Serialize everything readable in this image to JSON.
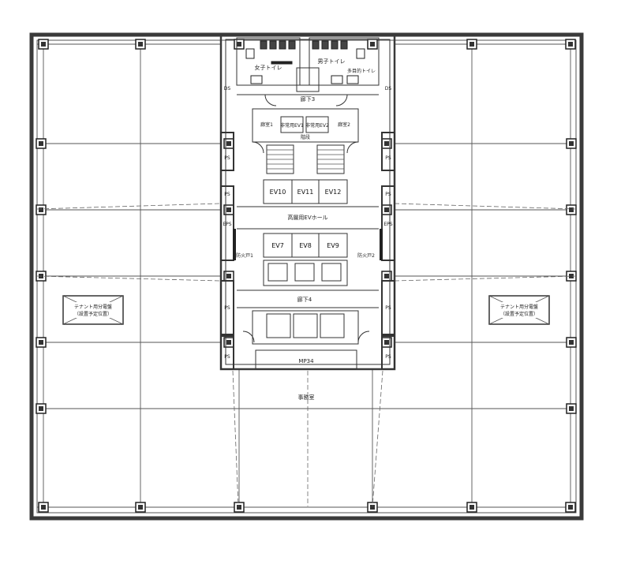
{
  "plan": {
    "core": {
      "toilet_left": "女子トイレ",
      "toilet_right": "男子トイレ",
      "multipurpose_toilet": "多目的トイレ",
      "corridor_top": "廊下3",
      "corridor_middle": "廊下4",
      "elevator_hall": "高層用EVホール",
      "mp_shaft": "MP34",
      "bottom_label": "事務室",
      "hall_left": "廊室1",
      "hall_right": "廊室2",
      "ev_small_left": "非常用EV1",
      "ev_small_right": "非常用EV2",
      "elevators_row1": [
        "EV10",
        "EV11",
        "EV12"
      ],
      "elevators_row2": [
        "EV7",
        "EV8",
        "EV9"
      ],
      "stair_label": "階段",
      "ps_labels": [
        "PS",
        "PS",
        "PS",
        "PS",
        "PS",
        "PS",
        "PS",
        "PS"
      ],
      "fire_door_labels": [
        "防火戸1",
        "防火戸2"
      ],
      "ds_labels": [
        "DS",
        "DS"
      ],
      "eps_labels": [
        "EPS",
        "EPS"
      ]
    },
    "tenant_left": {
      "line1": "テナント用分電盤",
      "line2": "（設置予定位置）"
    },
    "tenant_right": {
      "line1": "テナント用分電盤",
      "line2": "（設置予定位置）"
    }
  },
  "colors": {
    "wall": "#3a3a3a",
    "line": "#333333",
    "grid": "#555555",
    "column": "#222222"
  }
}
